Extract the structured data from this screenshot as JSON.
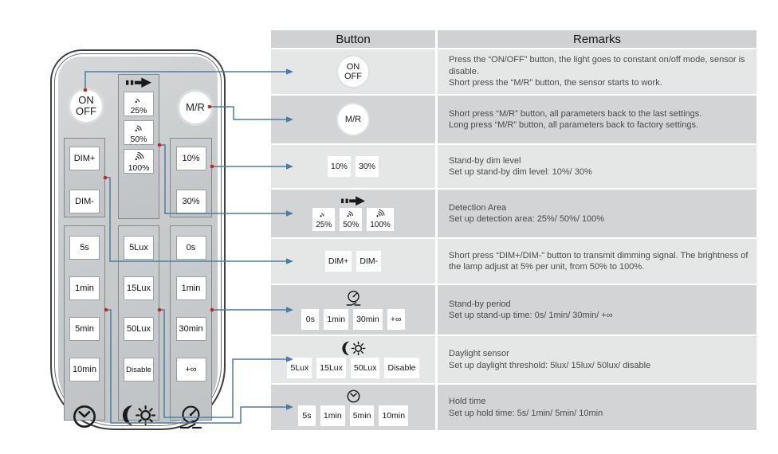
{
  "table": {
    "header": {
      "button": "Button",
      "remarks": "Remarks"
    },
    "rows": [
      {
        "name": "on-off",
        "button_type": "circle",
        "buttons": [
          {
            "label": "ON\nOFF"
          }
        ],
        "remarks": [
          "Press the “ON/OFF” button, the light goes to constant on/off mode, sensor is disable.",
          "Short press the “M/R” button, the sensor starts to work."
        ]
      },
      {
        "name": "m-r",
        "button_type": "circle",
        "buttons": [
          {
            "label": "M/R"
          }
        ],
        "remarks": [
          "Short press “M/R” button, all parameters back to the last settings.",
          "Long press “M/R” button, all parameters back to factory settings."
        ]
      },
      {
        "name": "standby-dim-level",
        "button_type": "squares",
        "buttons": [
          {
            "label": "10%"
          },
          {
            "label": "30%"
          }
        ],
        "remarks": [
          "Stand-by dim level",
          "Set up stand-by dim level: 10%/ 30%"
        ]
      },
      {
        "name": "detection-area",
        "button_type": "detection",
        "icon": "detection-arrow-icon",
        "buttons": [
          {
            "label": "25%",
            "arcs": 1
          },
          {
            "label": "50%",
            "arcs": 2
          },
          {
            "label": "100%",
            "arcs": 3
          }
        ],
        "remarks": [
          "Detection Area",
          "Set up detection area: 25%/ 50%/ 100%"
        ]
      },
      {
        "name": "dim",
        "button_type": "squares",
        "buttons": [
          {
            "label": "DIM+"
          },
          {
            "label": "DIM-"
          }
        ],
        "remarks": [
          "Short press “DIM+/DIM-” button to transmit dimming signal. The brightness of the lamp adjust at 5% per unit, from 50% to 100%."
        ]
      },
      {
        "name": "standby-period",
        "button_type": "icon-squares",
        "icon": "stopwatch-icon",
        "buttons": [
          {
            "label": "0s"
          },
          {
            "label": "1min"
          },
          {
            "label": "30min"
          },
          {
            "label": "+∞"
          }
        ],
        "remarks": [
          "Stand-by period",
          "Set up stand-up time: 0s/ 1min/ 30min/ +∞"
        ]
      },
      {
        "name": "daylight-sensor",
        "button_type": "icon-squares",
        "icon": "moon-sun-icon",
        "buttons": [
          {
            "label": "5Lux"
          },
          {
            "label": "15Lux"
          },
          {
            "label": "50Lux"
          },
          {
            "label": "Disable"
          }
        ],
        "remarks": [
          "Daylight sensor",
          "Set up daylight threshold: 5lux/ 15lux/ 50lux/ disable"
        ]
      },
      {
        "name": "hold-time",
        "button_type": "icon-squares",
        "icon": "clock-icon",
        "buttons": [
          {
            "label": "5s"
          },
          {
            "label": "1min"
          },
          {
            "label": "5min"
          },
          {
            "label": "10min"
          }
        ],
        "remarks": [
          "Hold time",
          "Set up hold time: 5s/ 1min/ 5min/ 10min"
        ]
      }
    ]
  },
  "remote": {
    "power_button": {
      "label": "ON\nOFF"
    },
    "mr_button": {
      "label": "M/R"
    },
    "groups": {
      "detection": {
        "icon": "detection-arrow-icon",
        "buttons": [
          {
            "label": "25%",
            "arcs": 1
          },
          {
            "label": "50%",
            "arcs": 2
          },
          {
            "label": "100%",
            "arcs": 3
          }
        ]
      },
      "dim": {
        "buttons": [
          {
            "label": "DIM+"
          },
          {
            "label": "DIM-"
          }
        ]
      },
      "standby_dim": {
        "buttons": [
          {
            "label": "10%"
          },
          {
            "label": "30%"
          }
        ]
      },
      "hold_time": {
        "icon": "clock-icon",
        "buttons": [
          {
            "label": "5s"
          },
          {
            "label": "1min"
          },
          {
            "label": "5min"
          },
          {
            "label": "10min"
          }
        ]
      },
      "daylight": {
        "icon": "moon-sun-icon",
        "buttons": [
          {
            "label": "5Lux"
          },
          {
            "label": "15Lux"
          },
          {
            "label": "50Lux"
          },
          {
            "label": "Disable"
          }
        ]
      },
      "standby_period": {
        "icon": "stopwatch-icon",
        "buttons": [
          {
            "label": "0s"
          },
          {
            "label": "1min"
          },
          {
            "label": "30min"
          },
          {
            "label": "+∞"
          }
        ]
      }
    }
  },
  "colors": {
    "connector_blue": "#4a7ca9",
    "dot_red": "#c3281f",
    "header_bg": "#d0d1d2",
    "row_light": "#e5e6e6",
    "row_dark": "#d3d4d5"
  }
}
